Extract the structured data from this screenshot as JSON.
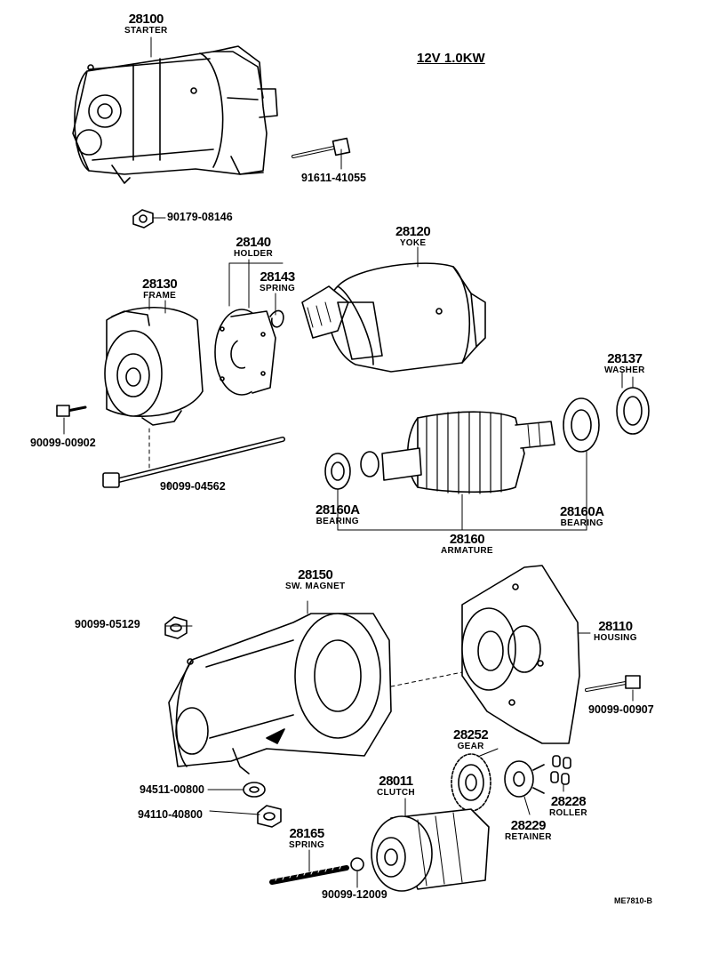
{
  "header": {
    "spec": "12V 1.0KW"
  },
  "parts": {
    "p28100": {
      "num": "28100",
      "name": "STARTER"
    },
    "p91611": {
      "num": "91611-41055"
    },
    "p90179": {
      "num": "90179-08146"
    },
    "p28140": {
      "num": "28140",
      "name": "HOLDER"
    },
    "p28143": {
      "num": "28143",
      "name": "SPRING"
    },
    "p28120": {
      "num": "28120",
      "name": "YOKE"
    },
    "p28130": {
      "num": "28130",
      "name": "FRAME"
    },
    "p28137": {
      "num": "28137",
      "name": "WASHER"
    },
    "p90099_00902": {
      "num": "90099-00902"
    },
    "p90099_04562": {
      "num": "90099-04562"
    },
    "p28160A_left": {
      "num": "28160A",
      "name": "BEARING"
    },
    "p28160A_right": {
      "num": "28160A",
      "name": "BEARING"
    },
    "p28160": {
      "num": "28160",
      "name": "ARMATURE"
    },
    "p28150": {
      "num": "28150",
      "name": "SW. MAGNET"
    },
    "p90099_05129": {
      "num": "90099-05129"
    },
    "p28110": {
      "num": "28110",
      "name": "HOUSING"
    },
    "p90099_00907": {
      "num": "90099-00907"
    },
    "p28252": {
      "num": "28252",
      "name": "GEAR"
    },
    "p28011": {
      "num": "28011",
      "name": "CLUTCH"
    },
    "p28228": {
      "num": "28228",
      "name": "ROLLER"
    },
    "p28229": {
      "num": "28229",
      "name": "RETAINER"
    },
    "p94511": {
      "num": "94511-00800"
    },
    "p94110": {
      "num": "94110-40800"
    },
    "p28165": {
      "num": "28165",
      "name": "SPRING"
    },
    "p90099_12009": {
      "num": "90099-12009"
    }
  },
  "footer": {
    "code": "ME7810-B"
  }
}
